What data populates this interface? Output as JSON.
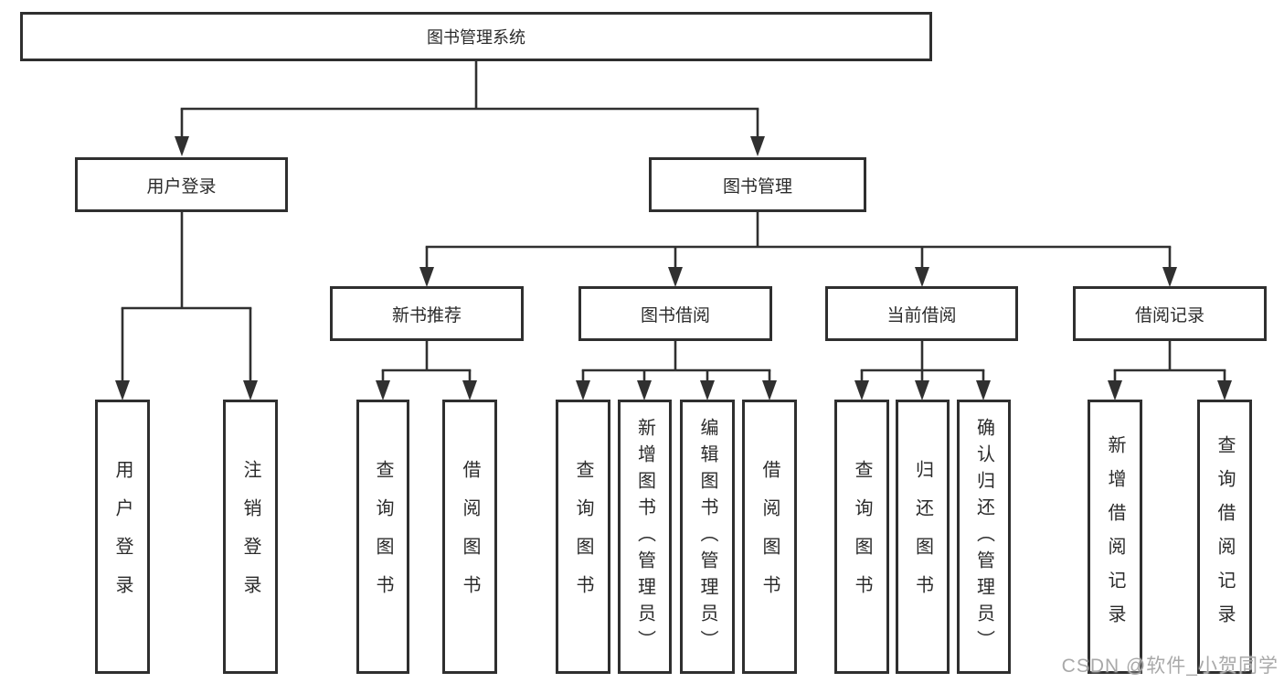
{
  "tree": {
    "label": "图书管理系统",
    "children": [
      {
        "label": "用户登录",
        "children": [
          {
            "label": "用户登录"
          },
          {
            "label": "注销登录"
          }
        ]
      },
      {
        "label": "图书管理",
        "children": [
          {
            "label": "新书推荐",
            "children": [
              {
                "label": "查询图书"
              },
              {
                "label": "借阅图书"
              }
            ]
          },
          {
            "label": "图书借阅",
            "children": [
              {
                "label": "查询图书"
              },
              {
                "label": "新增图书（管理员）"
              },
              {
                "label": "编辑图书（管理员）"
              },
              {
                "label": "借阅图书"
              }
            ]
          },
          {
            "label": "当前借阅",
            "children": [
              {
                "label": "查询图书"
              },
              {
                "label": "归还图书"
              },
              {
                "label": "确认归还（管理员）"
              }
            ]
          },
          {
            "label": "借阅记录",
            "children": [
              {
                "label": "新增借阅记录"
              },
              {
                "label": "查询借阅记录"
              }
            ]
          }
        ]
      }
    ]
  },
  "watermark": {
    "text": "CSDN @软件_小贺同学"
  },
  "colors": {
    "line": "#303030",
    "border": "#2f2f2f",
    "text": "#2b2b2b",
    "watermark": "#a9a9a9"
  }
}
